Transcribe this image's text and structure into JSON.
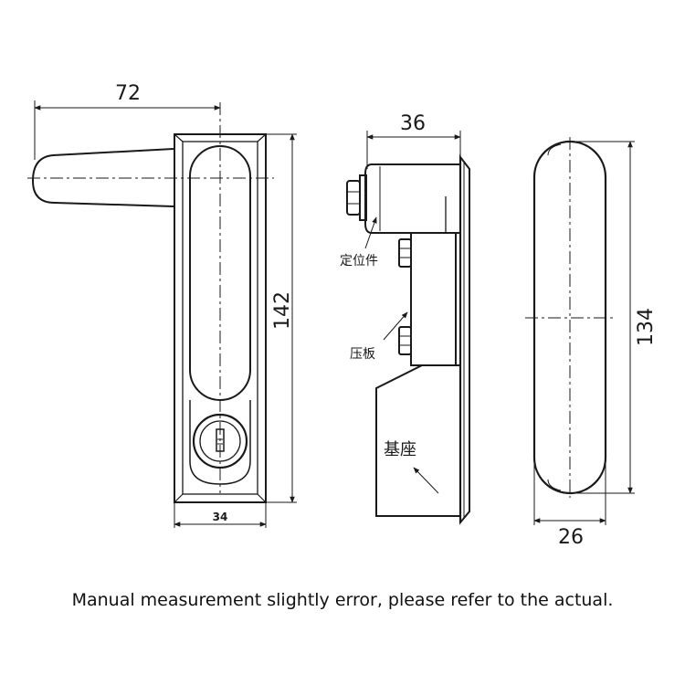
{
  "dimensions": {
    "handle_length": "72",
    "body_height": "142",
    "body_width": "34",
    "side_depth": "36",
    "cover_height": "134",
    "cover_width": "26"
  },
  "callouts": {
    "positioning_part": "定位件",
    "pressure_plate": "压板",
    "base": "基座"
  },
  "note": "Manual measurement slightly error, please refer to the actual."
}
